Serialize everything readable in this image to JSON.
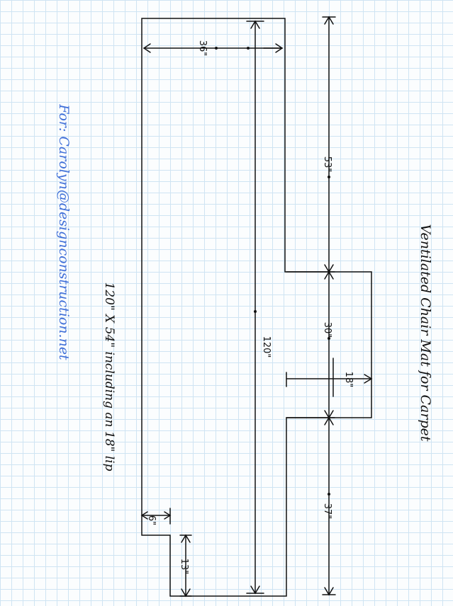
{
  "drawing": {
    "title": "Ventilated Chair Mat for Carpet",
    "note": "120\" X 54\" including an 18\" lip",
    "email": "For: Carolyn@designconstruction.net",
    "dimensions": {
      "d36": "36\"",
      "d53": "53\"",
      "d120": "120\"",
      "d30": "30\"",
      "d18": "18\"",
      "d37": "37\"",
      "d6": "6\"",
      "d13": "13\""
    }
  },
  "colors": {
    "ink": "#111111",
    "pen_blue": "#3f6fd8",
    "grid": "#cfe4f3"
  }
}
